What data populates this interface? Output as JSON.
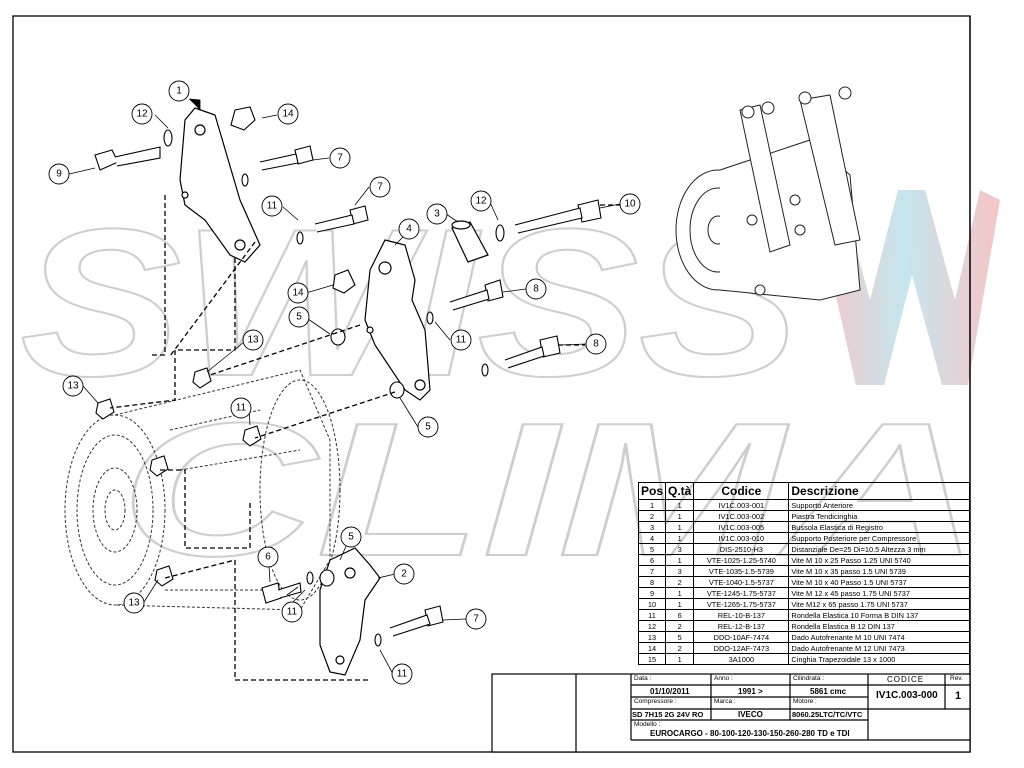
{
  "parts_table": {
    "headers": [
      "Pos",
      "Q.tà",
      "Codice",
      "Descrizione"
    ],
    "rows": [
      [
        "1",
        "1",
        "IV1C.003-001",
        "Supporto Anteriore"
      ],
      [
        "2",
        "1",
        "IV1C.003-002",
        "Piastra Tendicinghia"
      ],
      [
        "3",
        "1",
        "IV1C.003-005",
        "Bussola Elastica di Registro"
      ],
      [
        "4",
        "1",
        "IV1C.003-010",
        "Supporto Posteriore per Compressore"
      ],
      [
        "5",
        "3",
        "DIS-2510-H3",
        "Distanziale De=25 Di=10.5 Altezza 3 mm"
      ],
      [
        "6",
        "1",
        "VTE-1025-1.25-5740",
        "Vite M 10 x 25 Passo 1.25 UNI 5740"
      ],
      [
        "7",
        "3",
        "VTE-1035-1.5-5739",
        "Vite M 10 x 35 passo 1.5 UNI 5739"
      ],
      [
        "8",
        "2",
        "VTE-1040-1.5-5737",
        "Vite M 10 x 40 Passo 1.5 UNI 5737"
      ],
      [
        "9",
        "1",
        "VTE-1245-1.75-5737",
        "Vite M 12 x 45 passo 1.75 UNI 5737"
      ],
      [
        "10",
        "1",
        "VTE-1265-1.75-5737",
        "Vite M12 x 65 passo 1.75 UNI 5737"
      ],
      [
        "11",
        "6",
        "REL-10-B-137",
        "Rondella Elastica 10 Forma B DIN 137"
      ],
      [
        "12",
        "2",
        "REL-12-B-137",
        "Rondella Elastica B 12 DIN 137"
      ],
      [
        "13",
        "5",
        "DDO-10AF-7474",
        "Dado Autofrenante M 10 UNI 7474"
      ],
      [
        "14",
        "2",
        "DDO-12AF-7473",
        "Dado Autofrenante M 12 UNI 7473"
      ],
      [
        "15",
        "1",
        "3A1000",
        "Cinghia Trapezoidale 13 x 1000"
      ]
    ]
  },
  "title_block": {
    "data_label": "Data :",
    "data_value": "01/10/2011",
    "anno_label": "Anno :",
    "anno_value": "1991 >",
    "cilindrata_label": "Cilindrata :",
    "cilindrata_value": "5861 cmc",
    "codice_label": "CODICE",
    "codice_value": "IV1C.003-000",
    "rev_label": "Rev.",
    "rev_value": "1",
    "compressore_label": "Compressore :",
    "compressore_value": "SD 7H15 2G 24V RO",
    "marca_label": "Marca :",
    "marca_value": "IVECO",
    "motore_label": "Motore :",
    "motore_value": "8060.25LTC/TC/VTC",
    "modello_label": "Modello :",
    "modello_value": "EUROCARGO - 80-100-120-130-150-260-280 TD e TDI"
  },
  "balloons": {
    "b1": "1",
    "b2": "2",
    "b3": "3",
    "b4": "4",
    "b5a": "5",
    "b5b": "5",
    "b5c": "5",
    "b6": "6",
    "b7a": "7",
    "b7b": "7",
    "b7c": "7",
    "b8a": "8",
    "b8b": "8",
    "b9": "9",
    "b10": "10",
    "b11a": "11",
    "b11b": "11",
    "b11c": "11",
    "b11d": "11",
    "b11e": "11",
    "b12a": "12",
    "b12b": "12",
    "b13a": "13",
    "b13b": "13",
    "b13c": "13",
    "b14a": "14",
    "b14b": "14"
  },
  "watermark": {
    "line1": "SWISS",
    "line2": "CLIMA"
  }
}
